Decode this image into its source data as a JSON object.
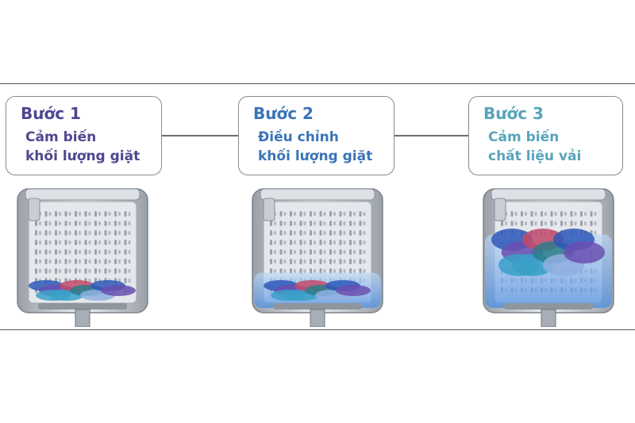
{
  "steps": [
    {
      "title": "Bước 1",
      "line1": "Cảm biến",
      "line2": "khối lượng giặt",
      "water_level": 0.0
    },
    {
      "title": "Bước 2",
      "line1": "Điều chỉnh",
      "line2": "khối lượng giặt",
      "water_level": 0.35
    },
    {
      "title": "Bước 3",
      "line1": "Cảm biến",
      "line2": "chất liệu vải",
      "water_level": 0.7
    }
  ],
  "colors": {
    "step1_text": "#4e4790",
    "step2_text": "#3b74b7",
    "step3_text": "#58a4bb",
    "water": "#4f8fe0",
    "drum_metal": "#c8ccd2"
  }
}
